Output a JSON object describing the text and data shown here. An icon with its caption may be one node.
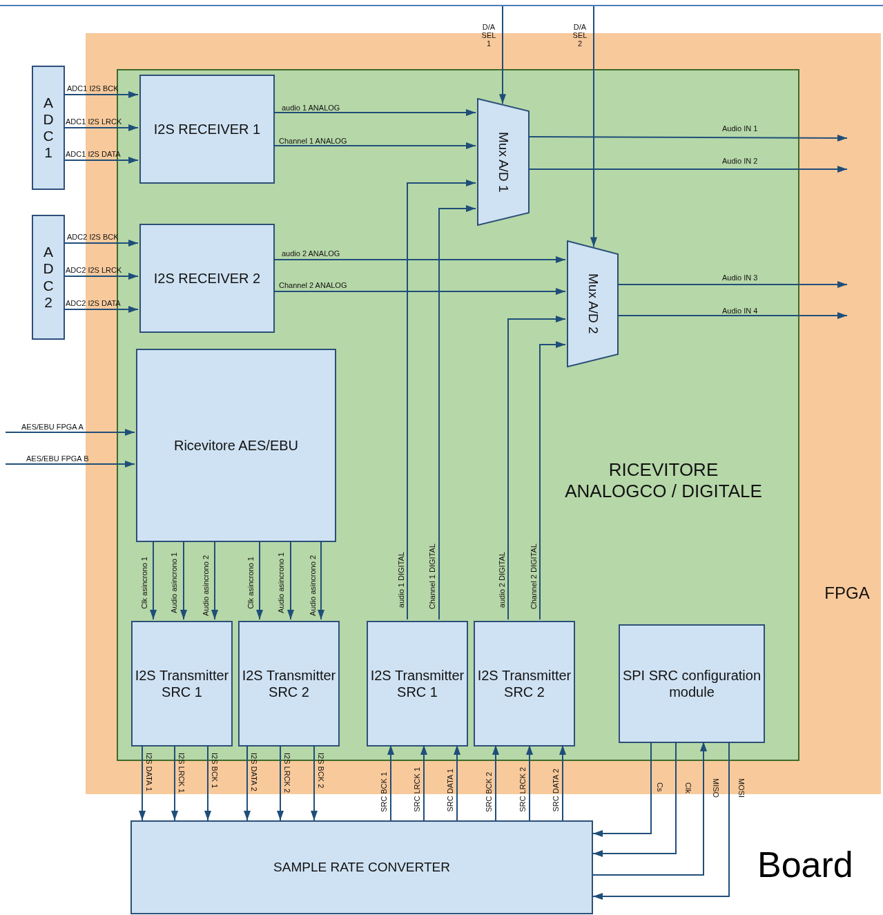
{
  "diagram": {
    "nodes": [
      {
        "text": [
          "FPGA"
        ]
      },
      {
        "text": [
          "RICEVITORE ANALOGCO / DIGITALE"
        ],
        "in": 0
      },
      {
        "text": [
          "A D C 1"
        ]
      },
      {
        "text": [
          "A D C 2"
        ]
      },
      {
        "text": [
          "I2S RECEIVER 1"
        ],
        "in": 1
      },
      {
        "text": [
          "I2S RECEIVER 2"
        ],
        "in": 1
      },
      {
        "text": [
          "Mux A/D 1"
        ],
        "in": 1
      },
      {
        "text": [
          "Mux A/D 2"
        ],
        "in": 1
      },
      {
        "text": [
          "Ricevitore AES/EBU"
        ],
        "in": 1
      },
      {
        "text": [
          "I2S Transmitter SRC 1"
        ],
        "in": 1
      },
      {
        "text": [
          "I2S Transmitter SRC 2"
        ],
        "in": 1
      },
      {
        "text": [
          "I2S Transmitter SRC 1"
        ],
        "in": 1
      },
      {
        "text": [
          "I2S Transmitter SRC 2"
        ],
        "in": 1
      },
      {
        "text": [
          "SPI SRC configuration module"
        ],
        "in": 1
      },
      {
        "text": [
          "SAMPLE RATE CONVERTER"
        ]
      }
    ],
    "edges": [
      {
        "from": 2,
        "to": 4,
        "arrow": "to",
        "label": "ADC1 I2S BCK"
      },
      {
        "from": 2,
        "to": 4,
        "arrow": "to",
        "label": "ADC1 I2S LRCK"
      },
      {
        "from": 2,
        "to": 4,
        "arrow": "to",
        "label": "ADC1 I2S DATA"
      },
      {
        "from": 3,
        "to": 5,
        "arrow": "to",
        "label": "ADC2 I2S BCK"
      },
      {
        "from": 3,
        "to": 5,
        "arrow": "to",
        "label": "ADC2 I2S LRCK"
      },
      {
        "from": 3,
        "to": 5,
        "arrow": "to",
        "label": "ADC2 I2S DATA"
      },
      {
        "from": null,
        "to": 6,
        "arrow": "to",
        "label": "D/A SEL 1"
      },
      {
        "from": null,
        "to": 7,
        "arrow": "to",
        "label": "D/A SEL 2"
      },
      {
        "from": 4,
        "to": 6,
        "arrow": "to",
        "label": "audio 1 ANALOG"
      },
      {
        "from": 4,
        "to": 6,
        "arrow": "to",
        "label": "Channel 1 ANALOG"
      },
      {
        "from": 6,
        "to": null,
        "arrow": "to",
        "label": "Audio IN 1"
      },
      {
        "from": 6,
        "to": null,
        "arrow": "to",
        "label": "Audio IN 2"
      },
      {
        "from": 5,
        "to": 7,
        "arrow": "to",
        "label": "audio 2 ANALOG"
      },
      {
        "from": 5,
        "to": 7,
        "arrow": "to",
        "label": "Channel 2 ANALOG"
      },
      {
        "from": 7,
        "to": null,
        "arrow": "to",
        "label": "Audio IN 3"
      },
      {
        "from": 7,
        "to": null,
        "arrow": "to",
        "label": "Audio IN 4"
      },
      {
        "from": 11,
        "to": 6,
        "arrow": "to",
        "label": "audio 1 DIGITAL"
      },
      {
        "from": 11,
        "to": 6,
        "arrow": "to",
        "label": "Channel 1 DIGITAL"
      },
      {
        "from": 12,
        "to": 7,
        "arrow": "to",
        "label": "audio 2 DIGITAL"
      },
      {
        "from": 12,
        "to": 7,
        "arrow": "to",
        "label": "Channel 2 DIGITAL"
      },
      {
        "from": null,
        "to": 8,
        "arrow": "to",
        "label": "AES/EBU FPGA A"
      },
      {
        "from": null,
        "to": 8,
        "arrow": "to",
        "label": "AES/EBU FPGA B"
      },
      {
        "from": 8,
        "to": 9,
        "arrow": "to",
        "label": "Clk asincrono 1"
      },
      {
        "from": 8,
        "to": 9,
        "arrow": "to",
        "label": "Audio asincrono 1"
      },
      {
        "from": 8,
        "to": 9,
        "arrow": "to",
        "label": "Audio asincrono 2"
      },
      {
        "from": 8,
        "to": 10,
        "arrow": "to",
        "label": "Clk asincrono 1"
      },
      {
        "from": 8,
        "to": 10,
        "arrow": "to",
        "label": "Audio asincrono 1"
      },
      {
        "from": 8,
        "to": 10,
        "arrow": "to",
        "label": "Audio asincrono 2"
      },
      {
        "from": 9,
        "to": 14,
        "arrow": "to",
        "label": "I2S DATA 1"
      },
      {
        "from": 9,
        "to": 14,
        "arrow": "to",
        "label": "I2S LRCK 1"
      },
      {
        "from": 9,
        "to": 14,
        "arrow": "to",
        "label": "I2S BCK 1"
      },
      {
        "from": 10,
        "to": 14,
        "arrow": "to",
        "label": "I2S DATA 2"
      },
      {
        "from": 10,
        "to": 14,
        "arrow": "to",
        "label": "I2S LRCK 2"
      },
      {
        "from": 10,
        "to": 14,
        "arrow": "to",
        "label": "I2S BCK 2"
      },
      {
        "from": 14,
        "to": 11,
        "arrow": "to",
        "label": "SRC BCK 1"
      },
      {
        "from": 14,
        "to": 11,
        "arrow": "to",
        "label": "SRC LRCK 1"
      },
      {
        "from": 14,
        "to": 11,
        "arrow": "to",
        "label": "SRC DATA 1"
      },
      {
        "from": 14,
        "to": 12,
        "arrow": "to",
        "label": "SRC BCK 2"
      },
      {
        "from": 14,
        "to": 12,
        "arrow": "to",
        "label": "SRC LRCK 2"
      },
      {
        "from": 14,
        "to": 12,
        "arrow": "to",
        "label": "SRC DATA 2"
      },
      {
        "from": 13,
        "to": 14,
        "arrow": "to",
        "label": "Cs"
      },
      {
        "from": 13,
        "to": 14,
        "arrow": "to",
        "label": "Clk"
      },
      {
        "from": 14,
        "to": 13,
        "arrow": "to",
        "label": "MISO"
      },
      {
        "from": 13,
        "to": 14,
        "arrow": "to",
        "label": "MOSI"
      }
    ],
    "labels": [
      "Board"
    ]
  }
}
